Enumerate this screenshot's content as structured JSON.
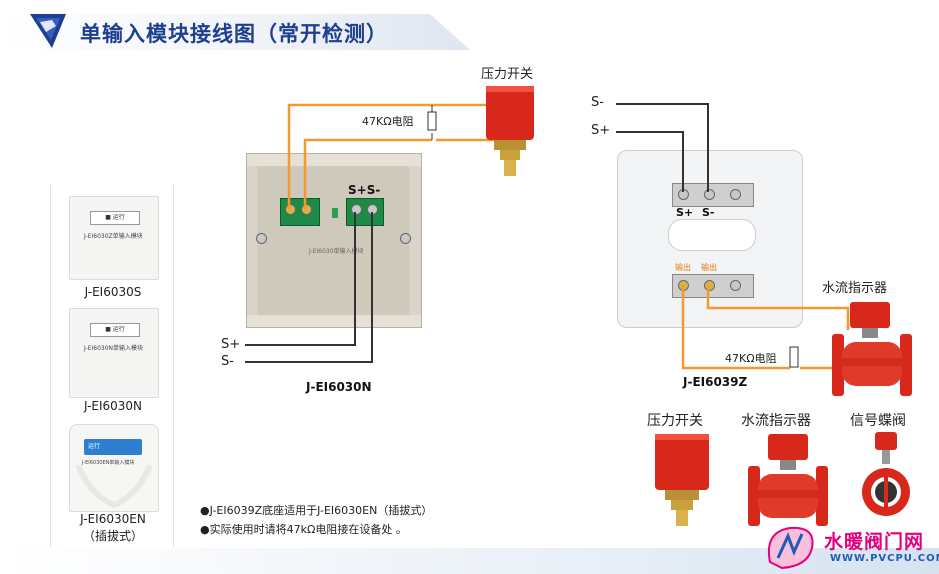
{
  "header": {
    "title": "单输入模块接线图（常开检测）"
  },
  "left_products": [
    {
      "model": "J-EI6030S",
      "plate_text": "J-EI6030Z单输入模块",
      "window_text": "■ 运行"
    },
    {
      "model": "J-EI6030N",
      "plate_text": "J-EI6030N单输入模块",
      "window_text": "■ 运行"
    },
    {
      "model": "J-EI6030EN",
      "sub": "（插拔式）",
      "plate_text": "J-EI6030EN单输入模块",
      "window_text": "运行"
    }
  ],
  "left_diagram": {
    "device_label": "压力开关",
    "resistor_label": "47KΩ电阻",
    "terminal_header": "S+S-",
    "bus_plus": "S+",
    "bus_minus": "S-",
    "module_model": "J-EI6030N",
    "module_print": "J-EI6030单输入模块"
  },
  "right_diagram": {
    "bus_minus": "S-",
    "bus_plus": "S+",
    "term_plus": "S+",
    "term_minus": "S-",
    "input_1": "输出",
    "input_2": "输出",
    "device_label": "水流指示器",
    "resistor_label": "47KΩ电阻",
    "base_model": "J-EI6039Z"
  },
  "bottom_devices": [
    {
      "label": "压力开关"
    },
    {
      "label": "水流指示器"
    },
    {
      "label": "信号蝶阀"
    }
  ],
  "notes": [
    "●J-EI6039Z底座适用于J-EI6030EN（插拔式）",
    "●实际使用时请将47kΩ电阻接在设备处 。"
  ],
  "watermark": {
    "text": "水暖阀门网",
    "url": "WWW.PVCPU.COM"
  },
  "colors": {
    "title": "#1e3f8f",
    "wire_orange": "#f39a2e",
    "wire_black": "#333333",
    "device_red": "#d8281b",
    "brass": "#c9a13b",
    "terminal_green": "#1d8a46",
    "watermark": "#e4007f"
  }
}
